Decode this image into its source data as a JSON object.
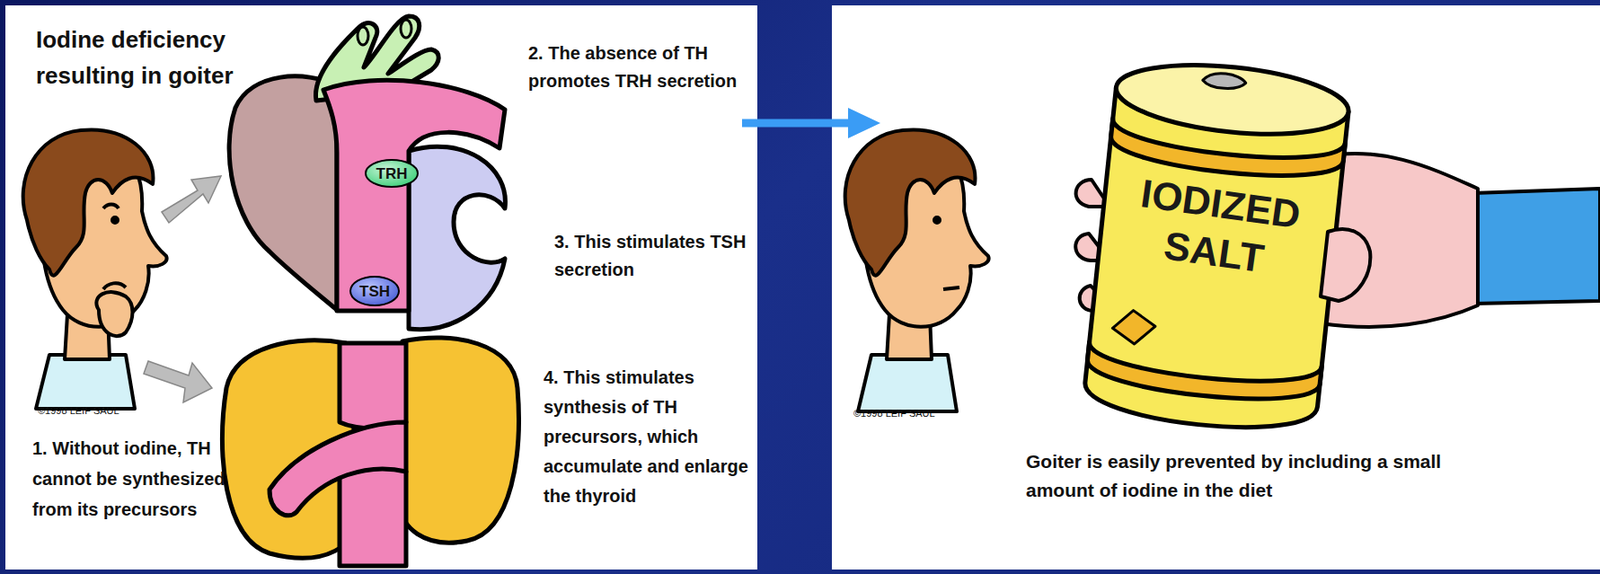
{
  "diagram": {
    "title": "Iodine deficiency resulting in goiter",
    "caption": "Goiter is easily prevented by including a small amount of iodine in the diet",
    "nodes": [
      {
        "text": [
          "TRH"
        ]
      },
      {
        "text": [
          "TSH"
        ]
      }
    ],
    "labels": [
      "2. The absence of TH promotes TRH secretion",
      "3. This stimulates TSH secretion",
      "4. This stimulates synthesis of TH precursors, which accumulate and enlarge the thyroid",
      "1. Without iodine, TH cannot be synthesized from its precursors",
      "©1998 LEIF SAUL",
      "©1998 LEIF SAUL",
      "IODIZED SALT"
    ]
  }
}
